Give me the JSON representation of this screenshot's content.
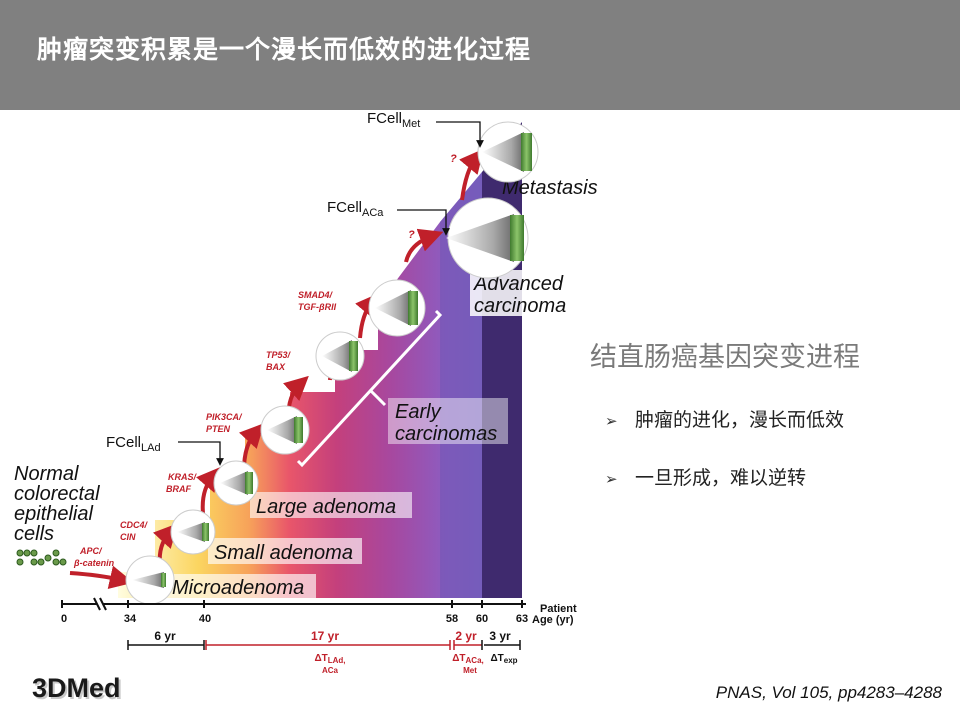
{
  "header": {
    "title": "肿瘤突变积累是一个漫长而低效的进化过程"
  },
  "side": {
    "title": "结直肠癌基因突变进程",
    "bullets": [
      "肿瘤的进化，漫长而低效",
      "一旦形成，难以逆转"
    ]
  },
  "figure": {
    "stages": [
      "Microadenoma",
      "Small adenoma",
      "Large adenoma",
      "Early carcinomas",
      "Advanced carcinoma",
      "Metastasis"
    ],
    "normal_label": [
      "Normal",
      "colorectal",
      "epithelial",
      "cells"
    ],
    "mutations": [
      {
        "l1": "APC/",
        "l2": "β-catenin"
      },
      {
        "l1": "CDC4/",
        "l2": "CIN"
      },
      {
        "l1": "KRAS/",
        "l2": "BRAF"
      },
      {
        "l1": "PIK3CA/",
        "l2": "PTEN"
      },
      {
        "l1": "TP53/",
        "l2": "BAX"
      },
      {
        "l1": "SMAD4/",
        "l2": "TGF-βRII"
      }
    ],
    "founder_cells": [
      {
        "base": "FCell",
        "sub": "LAd"
      },
      {
        "base": "FCell",
        "sub": "ACa"
      },
      {
        "base": "FCell",
        "sub": "Met"
      }
    ],
    "question_mark": "?",
    "axis": {
      "title_1": "Patient",
      "title_2": "Age (yr)",
      "ticks": [
        0,
        34,
        40,
        58,
        60,
        63
      ]
    },
    "intervals": [
      {
        "value": "6 yr"
      },
      {
        "value": "17 yr",
        "label": "ΔT",
        "sub": "LAd,",
        "sub2": "ACa"
      },
      {
        "value": "2 yr",
        "label": "ΔT",
        "sub": "ACa,",
        "sub2": "Met"
      },
      {
        "value": "3 yr",
        "label": "ΔT",
        "sub": "exp"
      }
    ]
  },
  "footer": {
    "logo": "3DMed",
    "citation": "PNAS, Vol 105, pp4283–4288"
  },
  "colors": {
    "header": "#808080",
    "arrow": "#c0202a",
    "advanced": "#7a5cb8",
    "metastasis": "#3f2a6e"
  }
}
